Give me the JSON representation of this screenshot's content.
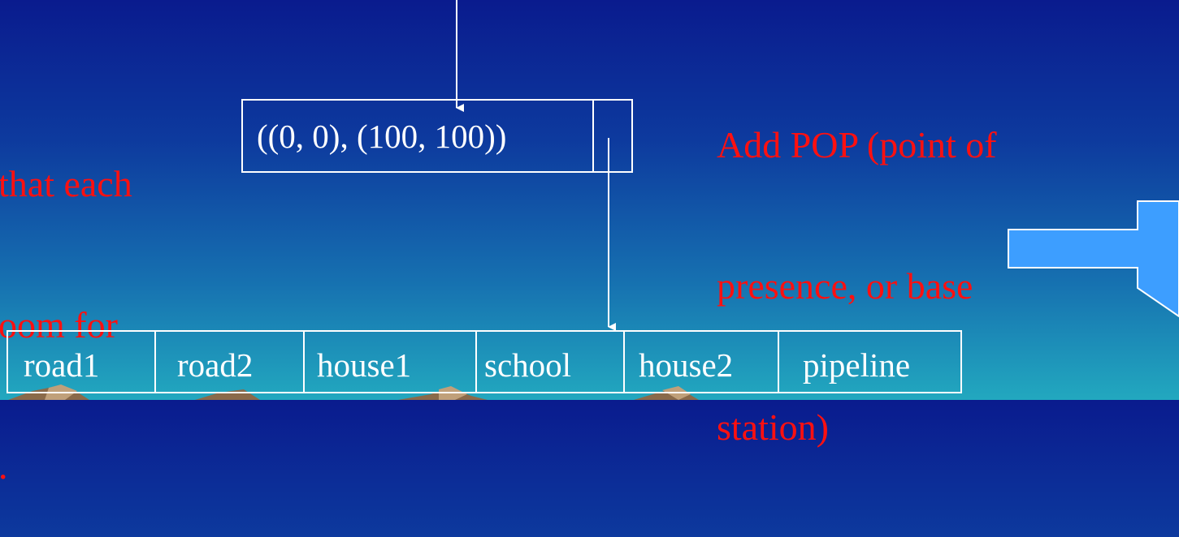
{
  "colors": {
    "background_top": "#0a1b8e",
    "background_bottom": "#22a8bf",
    "annotation_text": "#ff1010",
    "lines": "#ffffff",
    "arrow_fill": "#3d9eff"
  },
  "left_annotation": {
    "line1": "that each",
    "line2": "oom for",
    "line3": "."
  },
  "right_annotation": {
    "line1": "Add POP (point of",
    "line2": "presence, or base",
    "line3": "station)"
  },
  "root_node": {
    "label": "((0, 0), (100, 100))"
  },
  "leaf_node": {
    "cells": [
      "road1",
      "road2",
      "house1",
      "school",
      "house2",
      "pipeline"
    ]
  },
  "next_arrow": {
    "icon": "right-arrow-icon"
  }
}
